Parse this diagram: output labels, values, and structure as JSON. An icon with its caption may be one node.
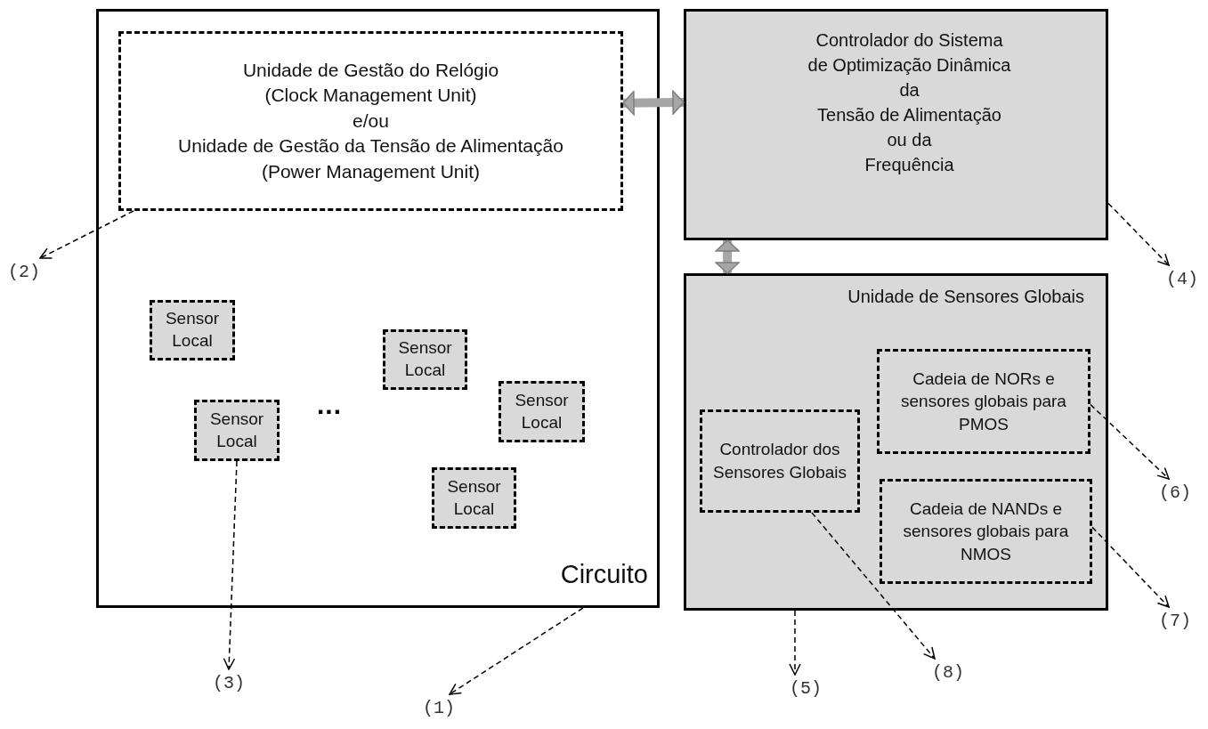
{
  "diagram": {
    "nodes": [
      {
        "text": [
          "Circuito"
        ]
      },
      {
        "text": [
          "Unidade de Gestão do Relógio",
          "(Clock Management Unit)",
          "e/ou",
          "Unidade de Gestão da Tensão de Alimentação",
          "(Power Management Unit)"
        ],
        "in": 0
      },
      {
        "text": [
          "Sensor Local"
        ],
        "in": 0
      },
      {
        "text": [
          "Sensor Local"
        ],
        "in": 0
      },
      {
        "text": [
          "Sensor Local"
        ],
        "in": 0
      },
      {
        "text": [
          "Sensor Local"
        ],
        "in": 0
      },
      {
        "text": [
          "Sensor Local"
        ],
        "in": 0
      },
      {
        "text": [
          "Controlador do Sistema",
          "de Optimização Dinâmica",
          "da",
          "Tensão de Alimentação",
          "ou da",
          "Frequência"
        ]
      },
      {
        "text": [
          "Unidade de Sensores Globais"
        ]
      },
      {
        "text": [
          "Cadeia de NORs e sensores globais para PMOS"
        ],
        "in": 8
      },
      {
        "text": [
          "Controlador dos Sensores Globais"
        ],
        "in": 8
      },
      {
        "text": [
          "Cadeia de NANDs e sensores globais para NMOS"
        ],
        "in": 8
      },
      {
        "text": [
          "(1)"
        ]
      },
      {
        "text": [
          "(2)"
        ]
      },
      {
        "text": [
          "(3)"
        ]
      },
      {
        "text": [
          "(4)"
        ]
      },
      {
        "text": [
          "(5)"
        ]
      },
      {
        "text": [
          "(6)"
        ]
      },
      {
        "text": [
          "(7)"
        ]
      },
      {
        "text": [
          "(8)"
        ]
      }
    ],
    "edges": [
      {
        "from": 1,
        "to": 7,
        "arrow": "both",
        "style": "thick",
        "color": "#a6a6a6"
      },
      {
        "from": 7,
        "to": 8,
        "arrow": "both",
        "style": "thick",
        "color": "#a6a6a6"
      },
      {
        "from": 0,
        "to": 12,
        "arrow": "to",
        "style": "dashed"
      },
      {
        "from": 1,
        "to": 13,
        "arrow": "to",
        "style": "dashed"
      },
      {
        "from": 5,
        "to": 14,
        "arrow": "to",
        "style": "dashed"
      },
      {
        "from": 7,
        "to": 15,
        "arrow": "to",
        "style": "dashed"
      },
      {
        "from": 8,
        "to": 16,
        "arrow": "to",
        "style": "dashed"
      },
      {
        "from": 9,
        "to": 17,
        "arrow": "to",
        "style": "dashed"
      },
      {
        "from": 11,
        "to": 18,
        "arrow": "to",
        "style": "dashed"
      },
      {
        "from": 10,
        "to": 19,
        "arrow": "to",
        "style": "dashed"
      }
    ],
    "labels": [
      "..."
    ]
  }
}
